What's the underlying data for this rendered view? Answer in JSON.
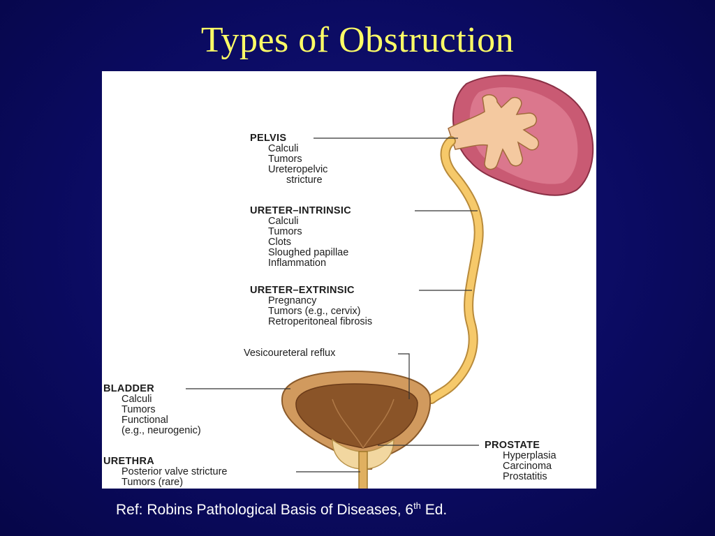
{
  "slide": {
    "title": "Types of Obstruction",
    "reference": {
      "prefix": "Ref: Robins Pathological Basis of Diseases, 6",
      "superscript": "th",
      "suffix": " Ed."
    }
  },
  "diagram": {
    "pelvis": {
      "heading": "PELVIS",
      "items": [
        "Calculi",
        "Tumors",
        "Ureteropelvic",
        "stricture"
      ]
    },
    "ureter_intrinsic": {
      "heading": "URETER–INTRINSIC",
      "items": [
        "Calculi",
        "Tumors",
        "Clots",
        "Sloughed papillae",
        "Inflammation"
      ]
    },
    "ureter_extrinsic": {
      "heading": "URETER–EXTRINSIC",
      "items": [
        "Pregnancy",
        "Tumors (e.g., cervix)",
        "Retroperitoneal fibrosis"
      ]
    },
    "reflux": {
      "heading": "Vesicoureteral reflux"
    },
    "bladder": {
      "heading": "BLADDER",
      "items": [
        "Calculi",
        "Tumors",
        "Functional",
        "(e.g., neurogenic)"
      ]
    },
    "urethra": {
      "heading": "URETHRA",
      "items": [
        "Posterior valve stricture",
        "Tumors (rare)"
      ]
    },
    "prostate": {
      "heading": "PROSTATE",
      "items": [
        "Hyperplasia",
        "Carcinoma",
        "Prostatitis"
      ]
    }
  },
  "colors": {
    "background": "#0b0b62",
    "title": "#ffff66",
    "kidney": "#c95a73",
    "ureter": "#f6c96a",
    "bladder": "#c98a52"
  }
}
